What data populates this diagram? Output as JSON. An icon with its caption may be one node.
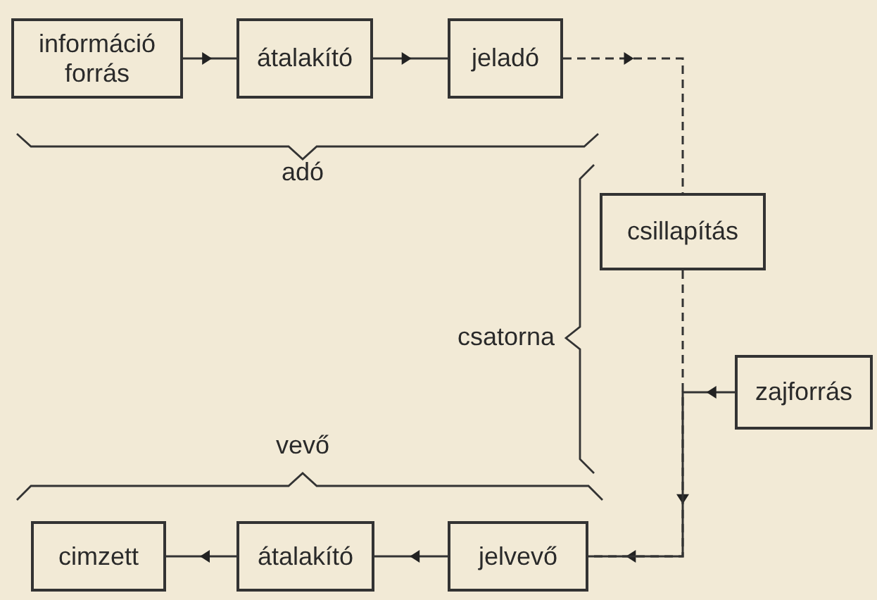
{
  "diagram": {
    "nodes": [
      {
        "text": [
          "információ forrás"
        ]
      },
      {
        "text": [
          "átalakító"
        ]
      },
      {
        "text": [
          "jeladó"
        ]
      },
      {
        "text": [
          "csillapítás"
        ]
      },
      {
        "text": [
          "zajforrás"
        ]
      },
      {
        "text": [
          "cimzett"
        ]
      },
      {
        "text": [
          "átalakító"
        ]
      },
      {
        "text": [
          "jelvevő"
        ]
      }
    ],
    "edges": [
      {
        "from": 0,
        "to": 1,
        "arrow": "to"
      },
      {
        "from": 1,
        "to": 2,
        "arrow": "to"
      },
      {
        "from": 2,
        "to": 3,
        "arrow": "to",
        "style": "dashed"
      },
      {
        "from": 3,
        "to": 7,
        "arrow": "to",
        "style": "dashed"
      },
      {
        "from": 4,
        "to": 7,
        "arrow": "to"
      },
      {
        "from": 7,
        "to": 6,
        "arrow": "to"
      },
      {
        "from": 6,
        "to": 5,
        "arrow": "to"
      }
    ],
    "labels": [
      "adó",
      "csatorna",
      "vevő"
    ]
  }
}
